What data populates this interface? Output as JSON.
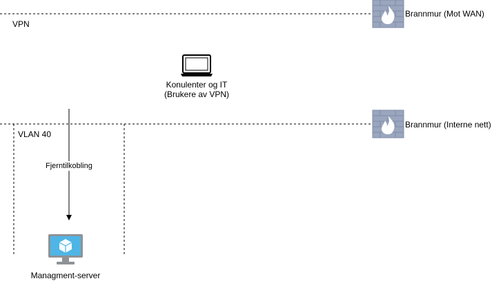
{
  "zones": {
    "vpn_label": "VPN",
    "vlan_label": "VLAN 40"
  },
  "firewalls": {
    "wan_label": "Brannmur (Mot WAN)",
    "internal_label": "Brannmur (Interne nett)",
    "icon": "firewall-icon",
    "brick_color": "#9AA6BD",
    "flame_color": "#FFFFFF"
  },
  "nodes": {
    "laptop_line1": "Konulenter og IT",
    "laptop_line2": "(Brukere av VPN)",
    "laptop_icon": "laptop-icon",
    "server_label": "Managment-server",
    "server_icon": "monitor-server-icon",
    "server_accent": "#4FB5E6"
  },
  "edges": {
    "remote_label": "Fjerntilkobling"
  }
}
